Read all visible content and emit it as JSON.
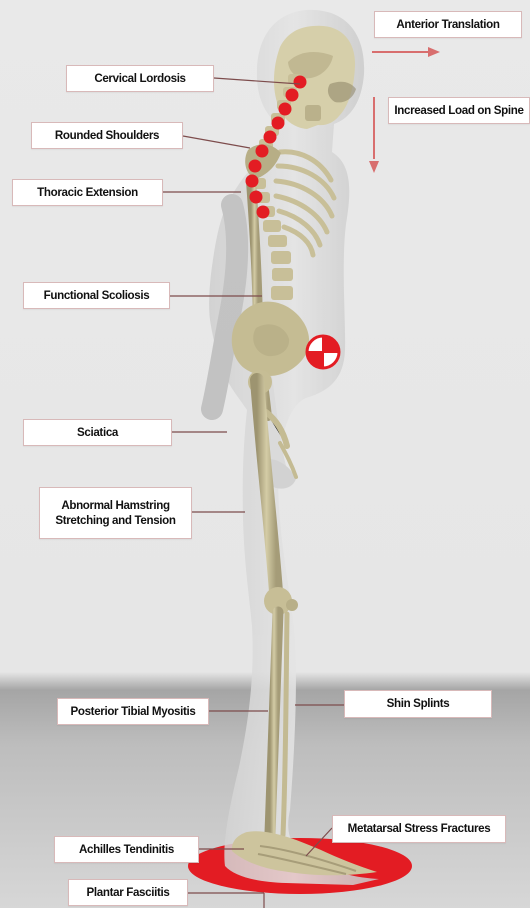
{
  "labels": {
    "anterior_translation": "Anterior Translation",
    "increased_load": "Increased Load on Spine",
    "cervical_lordosis": "Cervical Lordosis",
    "rounded_shoulders": "Rounded Shoulders",
    "thoracic_extension": "Thoracic Extension",
    "functional_scoliosis": "Functional Scoliosis",
    "sciatica": "Sciatica",
    "hamstring_line1": "Abnormal Hamstring",
    "hamstring_line2": "Stretching and Tension",
    "posterior_tibial": "Posterior Tibial Myositis",
    "shin_splints": "Shin Splints",
    "metatarsal": "Metatarsal Stress Fractures",
    "achilles": "Achilles Tendinitis",
    "plantar": "Plantar Fasciitis"
  },
  "colors": {
    "accent_red": "#e31c23",
    "bone": "#c8bf98",
    "body": "#d0d0d0",
    "label_bg": "#ffffff",
    "label_border": "#d8b9b9",
    "arrow": "#d86e6e"
  },
  "icons": {
    "center_of_gravity": "center-of-gravity-icon",
    "arrow_right": "arrow-right-icon",
    "arrow_down": "arrow-down-icon"
  }
}
